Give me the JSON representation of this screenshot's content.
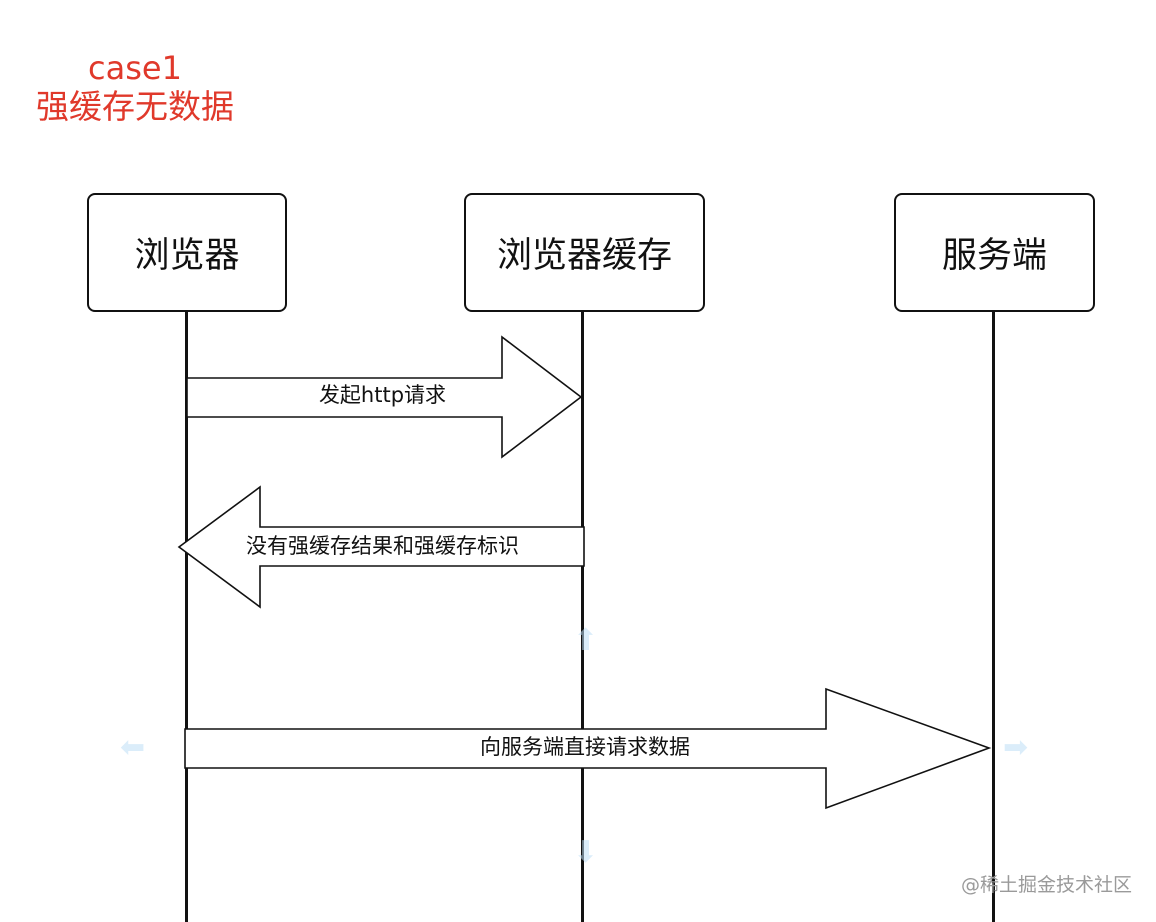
{
  "title": {
    "case_label": "case1",
    "case_desc": "强缓存无数据",
    "color": "#e0392b"
  },
  "actors": [
    {
      "label": "浏览器"
    },
    {
      "label": "浏览器缓存"
    },
    {
      "label": "服务端"
    }
  ],
  "messages": [
    {
      "from": "浏览器",
      "to": "浏览器缓存",
      "label": "发起http请求"
    },
    {
      "from": "浏览器缓存",
      "to": "浏览器",
      "label": "没有强缓存结果和强缓存标识"
    },
    {
      "from": "浏览器",
      "to": "服务端",
      "label": "向服务端直接请求数据"
    }
  ],
  "watermark": "@稀土掘金技术社区",
  "icons": {
    "ghost_up": "arrow-up-icon",
    "ghost_down": "arrow-down-icon",
    "ghost_left": "arrow-left-icon",
    "ghost_right": "arrow-right-icon"
  }
}
